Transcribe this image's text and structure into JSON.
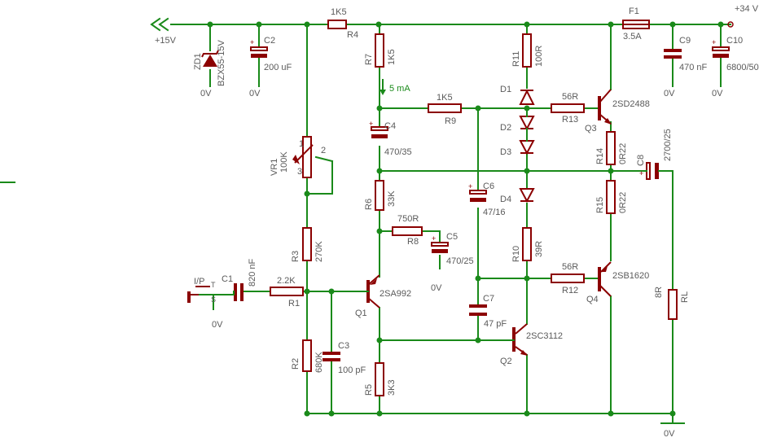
{
  "labels": {
    "supply_pos15": "+15V",
    "supply_pos34": "+34 V",
    "zd1": "ZD1",
    "zd1_val": "BZX55-15V",
    "gnd_zd1": "0V",
    "c2": "C2",
    "c2_val": "200 uF",
    "gnd_c2": "0V",
    "r4_val": "1K5",
    "r4": "R4",
    "r7": "R7",
    "r7_val": "1K5",
    "r11": "R11",
    "r11_val": "100R",
    "f1": "F1",
    "f1_val": "3.5A",
    "c9": "C9",
    "c9_val": "470 nF",
    "gnd_c9": "0V",
    "c10": "C10",
    "c10_val": "6800/50",
    "gnd_c10": "0V",
    "current": "5 mA",
    "r9_val": "1K5",
    "r9": "R9",
    "d1": "D1",
    "d2": "D2",
    "d3": "D3",
    "d4": "D4",
    "r13_val": "56R",
    "r13": "R13",
    "q3": "Q3",
    "q3_val": "2SD2488",
    "c4": "C4",
    "c4_val": "470/35",
    "vr1": "VR1",
    "vr1_val": "100K",
    "vr1_p1": "1",
    "vr1_p2": "2",
    "vr1_p3": "3",
    "r14": "R14",
    "r14_val": "0R22",
    "c8": "C8",
    "c8_val": "2700/25",
    "c6": "C6",
    "c6_val": "47/16",
    "r15": "R15",
    "r15_val": "0R22",
    "r6": "R6",
    "r6_val": "33K",
    "r8_val": "750R",
    "r8": "R8",
    "c5": "C5",
    "c5_val": "470/25",
    "gnd_c5": "0V",
    "r3": "R3",
    "r3_val": "270K",
    "r10": "R10",
    "r10_val": "39R",
    "r12_val": "56R",
    "r12": "R12",
    "q4": "Q4",
    "q4_val": "2SB1620",
    "ip": "I/P",
    "ip_t": "T",
    "ip_s": "S",
    "gnd_in": "0V",
    "c1": "C1",
    "c1_val": "820 nF",
    "r1_val": "2.2K",
    "r1": "R1",
    "q1": "Q1",
    "q1_val": "2SA992",
    "c7": "C7",
    "c7_val": "47 pF",
    "rl": "RL",
    "rl_val": "8R",
    "r2": "R2",
    "r2_val": "680K",
    "c3": "C3",
    "c3_val": "100 pF",
    "q2": "Q2",
    "q2_val": "2SC3112",
    "r5": "R5",
    "r5_val": "3K3",
    "gnd_main": "0V"
  }
}
